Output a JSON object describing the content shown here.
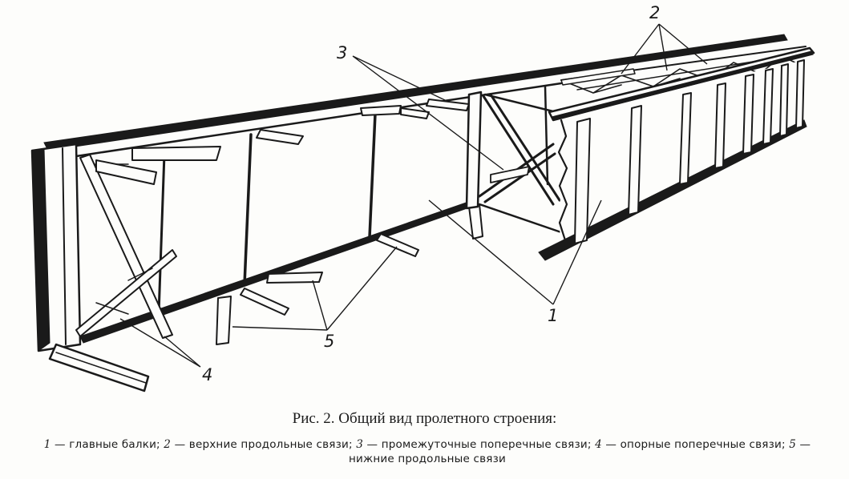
{
  "figure": {
    "caption_title": "Рис. 2. Общий вид пролетного строения:",
    "legend": [
      {
        "number": "1",
        "text": "главные балки;"
      },
      {
        "number": "2",
        "text": "верхние продольные связи;"
      },
      {
        "number": "3",
        "text": "промежуточные поперечные связи;"
      },
      {
        "number": "4",
        "text": "опорные поперечные связи;"
      },
      {
        "number": "5",
        "text": "нижние продольные связи"
      }
    ],
    "dash": "—",
    "callouts": {
      "label_1": "1",
      "label_2": "2",
      "label_3": "3",
      "label_4": "4",
      "label_5": "5"
    }
  }
}
